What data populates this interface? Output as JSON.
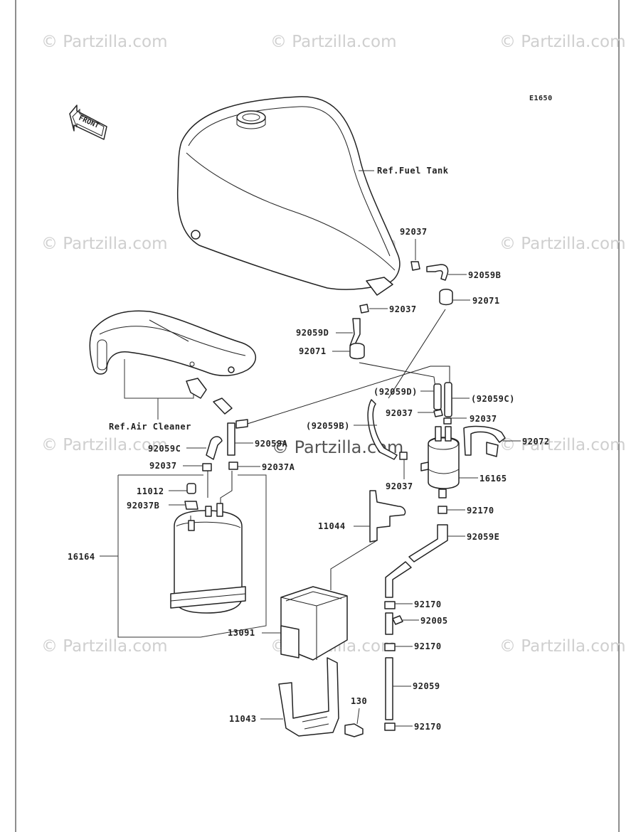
{
  "watermark": "© Partzilla.com",
  "diagram_code": "E1650",
  "front_arrow_text": "FRONT",
  "refs": {
    "fuel_tank": "Ref.Fuel Tank",
    "air_cleaner": "Ref.Air Cleaner"
  },
  "labels": {
    "l92037_a": "92037",
    "l92059B": "92059B",
    "l92037_b": "92037",
    "l92071_a": "92071",
    "l92059D": "92059D",
    "l92071_b": "92071",
    "l92059D_p": "(92059D)",
    "l92059C_p": "(92059C)",
    "l92037_c": "92037",
    "l92037_d": "92037",
    "l92059B_p": "(92059B)",
    "l92072": "92072",
    "l92059C": "92059C",
    "l92059A": "92059A",
    "l92037_e": "92037",
    "l92037A": "92037A",
    "l16165": "16165",
    "l92037_f": "92037",
    "l11012": "11012",
    "l92037B": "92037B",
    "l92170_a": "92170",
    "l11044": "11044",
    "l92059E": "92059E",
    "l16164": "16164",
    "l92170_b": "92170",
    "l92005": "92005",
    "l13091": "13091",
    "l92170_c": "92170",
    "l92059": "92059",
    "l130": "130",
    "l11043": "11043",
    "l92170_d": "92170"
  }
}
